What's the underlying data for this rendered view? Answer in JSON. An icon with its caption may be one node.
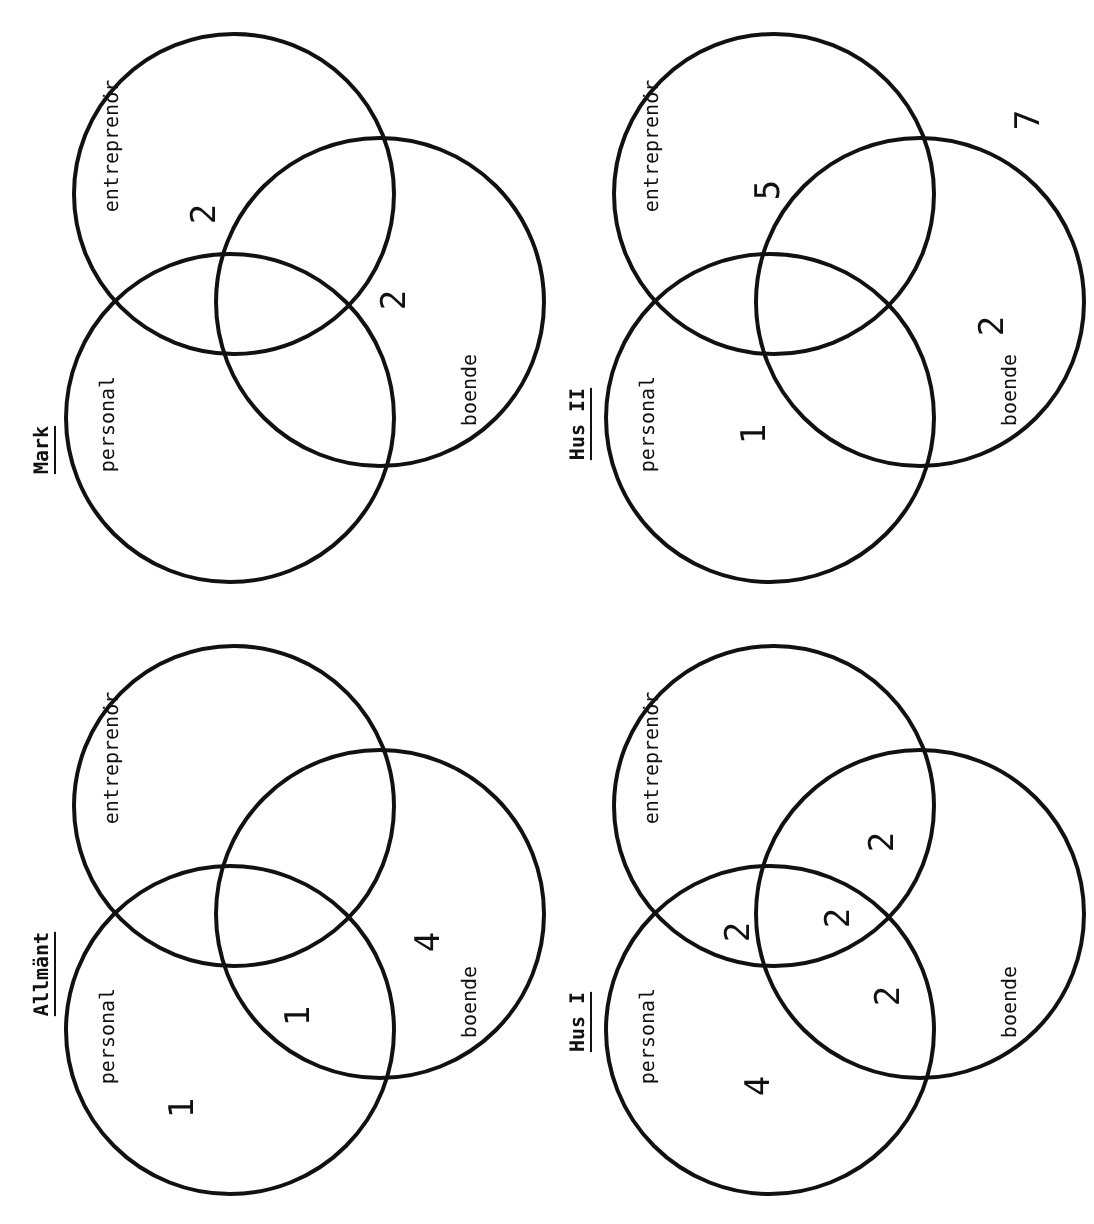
{
  "diagram": {
    "nodes": [
      {
        "text": [
          "personal"
        ]
      },
      {
        "text": [
          "entreprenör"
        ]
      },
      {
        "text": [
          "boende"
        ]
      },
      {
        "text": [
          "personal"
        ]
      },
      {
        "text": [
          "entreprenör"
        ]
      },
      {
        "text": [
          "boende"
        ]
      },
      {
        "text": [
          "personal"
        ]
      },
      {
        "text": [
          "entreprenör"
        ]
      },
      {
        "text": [
          "boende"
        ]
      },
      {
        "text": [
          "personal"
        ]
      },
      {
        "text": [
          "entreprenör"
        ]
      },
      {
        "text": [
          "boende"
        ]
      }
    ],
    "edges": [],
    "labels": [
      "Allmänt",
      "1",
      "1",
      "4",
      "Mark",
      "2",
      "2",
      "Hus I",
      "4",
      "2",
      "2",
      "2",
      "2",
      "Hus II",
      "5",
      "1",
      "2",
      "7"
    ]
  }
}
